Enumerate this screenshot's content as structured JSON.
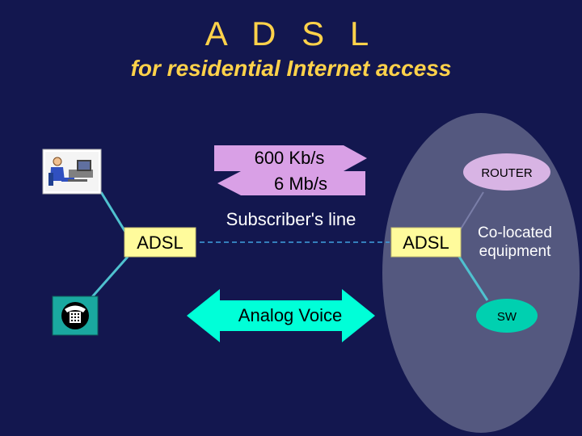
{
  "title": "A D S L",
  "subtitle": "for residential Internet access",
  "speeds": {
    "downstream": "600 Kb/s",
    "upstream": "6 Mb/s"
  },
  "line_label": "Subscriber's line",
  "adsl_left": "ADSL",
  "adsl_right": "ADSL",
  "router": "ROUTER",
  "colocated": {
    "line1": "Co-located",
    "line2": "equipment"
  },
  "analog_voice": "Analog Voice",
  "switch": "SW",
  "icons": {
    "computer": "computer-user-icon",
    "phone": "telephone-icon"
  },
  "colors": {
    "background": "#13174f",
    "title": "#ffd24a",
    "speed_arrow": "#d9a0e6",
    "adsl_box": "#fffb9c",
    "voice_arrow": "#00ffd8",
    "oval": "#54587f",
    "router_fill": "#d8b4e4",
    "sw_fill": "#00d0b0",
    "connector": "#4fc1cf"
  }
}
